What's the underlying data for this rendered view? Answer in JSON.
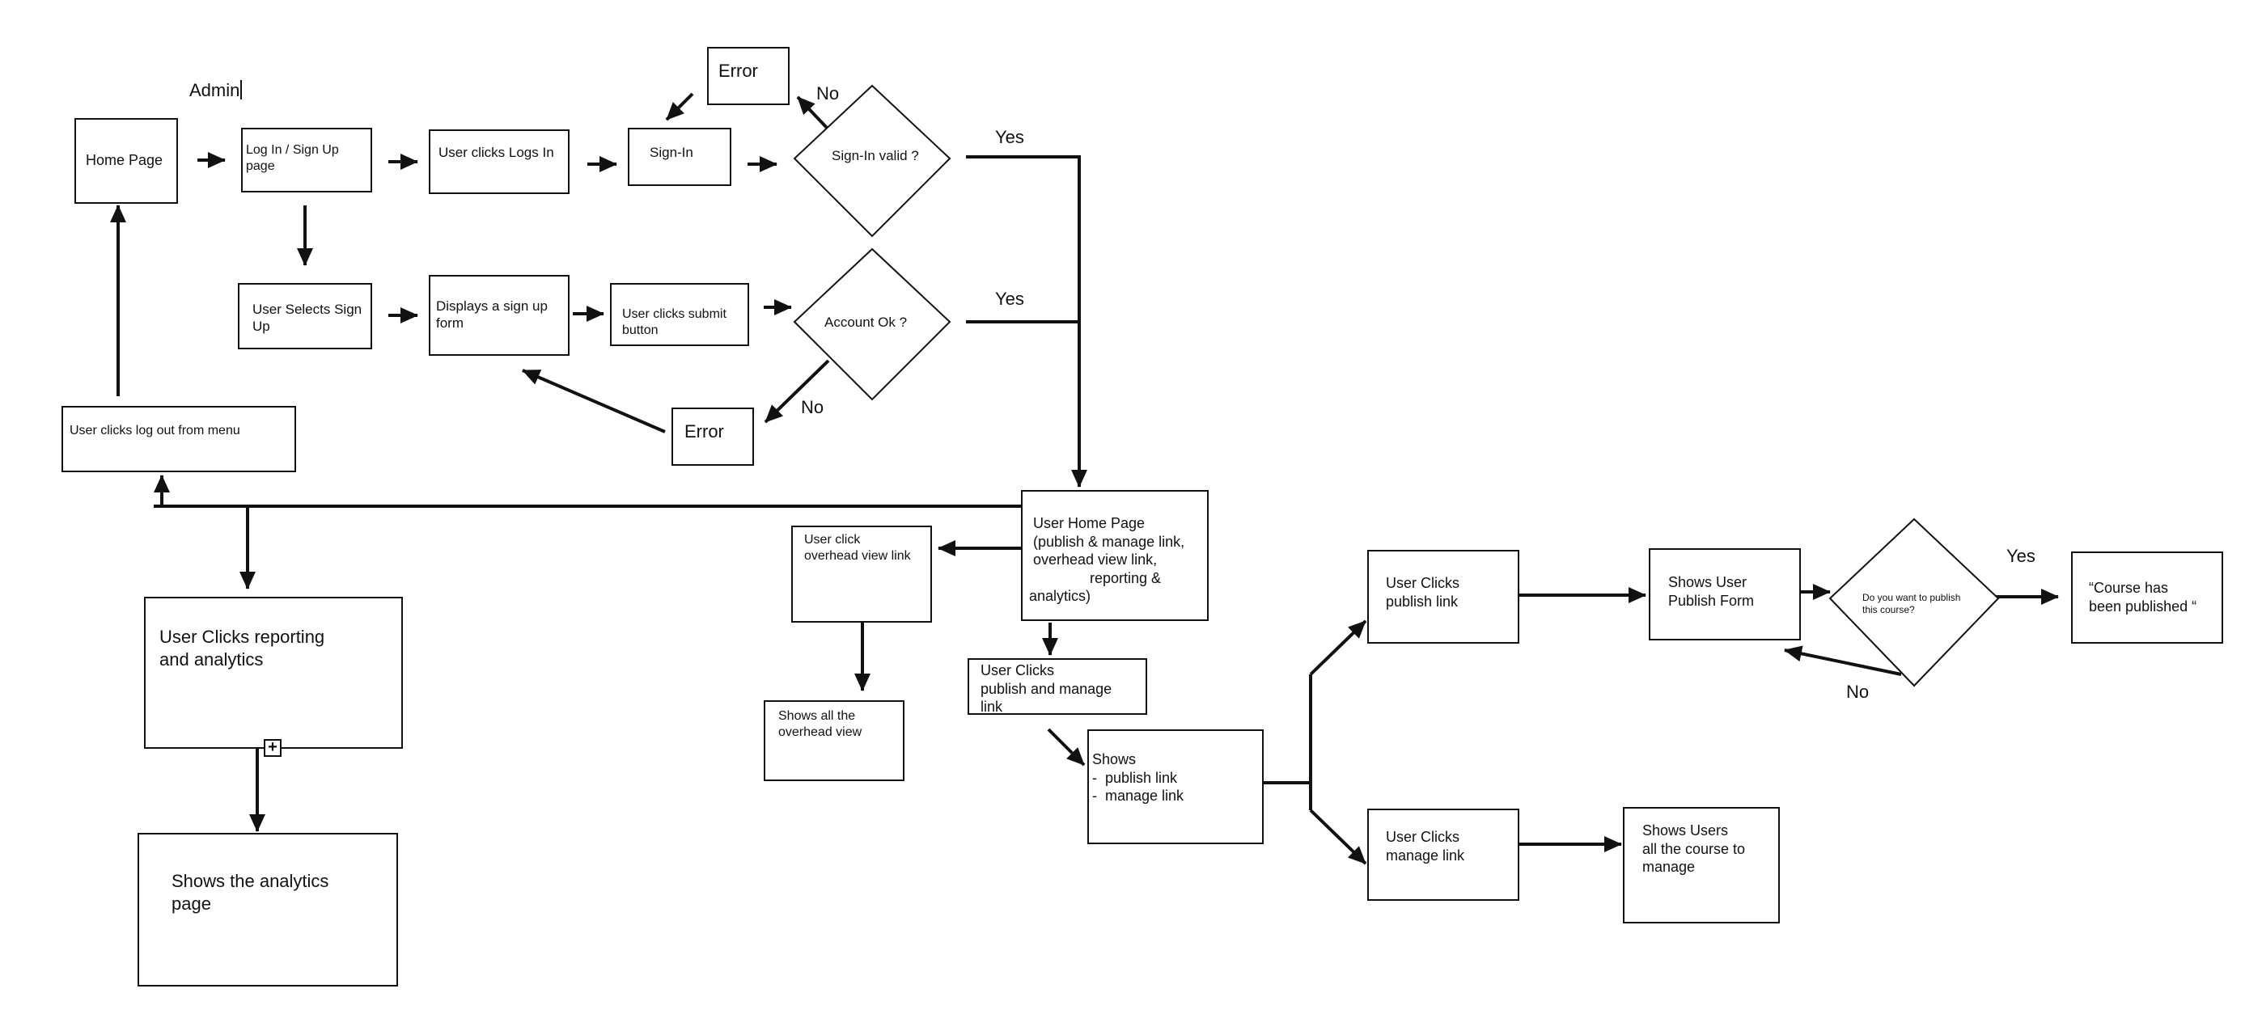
{
  "admin_label": "Admin",
  "nodes": {
    "home_page": "Home Page",
    "login_signup_page": "Log In / Sign Up\npage",
    "user_clicks_logs_in": "User clicks Logs In",
    "sign_in": "Sign-In",
    "error_top": "Error",
    "sign_in_valid": "Sign-In valid ?",
    "user_selects_sign_up": "User Selects Sign\nUp",
    "displays_sign_up_form": "Displays a sign up\nform",
    "user_clicks_submit": "User clicks submit\nbutton",
    "account_ok": "Account Ok ?",
    "error_bottom": "Error",
    "user_clicks_logout": "User clicks log out from menu",
    "user_home_page": " User Home Page\n (publish & manage link,\n overhead view link,\n               reporting &\nanalytics)",
    "user_click_overhead": "User click\noverhead view link",
    "shows_overhead": "Shows all the\noverhead view",
    "user_clicks_publish_manage": "User Clicks\npublish and manage\nlink",
    "shows_links": "Shows\n-  publish link\n-  manage link",
    "user_clicks_reporting": "User Clicks reporting\nand analytics",
    "shows_analytics": "Shows the analytics\npage",
    "user_clicks_publish_link": "User Clicks\npublish link",
    "shows_publish_form": "Shows User\nPublish Form",
    "want_to_publish": "Do you want to publish\nthis course?",
    "course_published": "“Course has\nbeen published “",
    "user_clicks_manage_link": "User Clicks\nmanage link",
    "shows_users_courses": "Shows Users\nall the course to\nmanage"
  },
  "edge_labels": {
    "no_signin": "No",
    "yes_signin": "Yes",
    "yes_account": "Yes",
    "no_account": "No",
    "yes_publish": "Yes",
    "no_publish": "No"
  },
  "expand_icon_glyph": "+"
}
